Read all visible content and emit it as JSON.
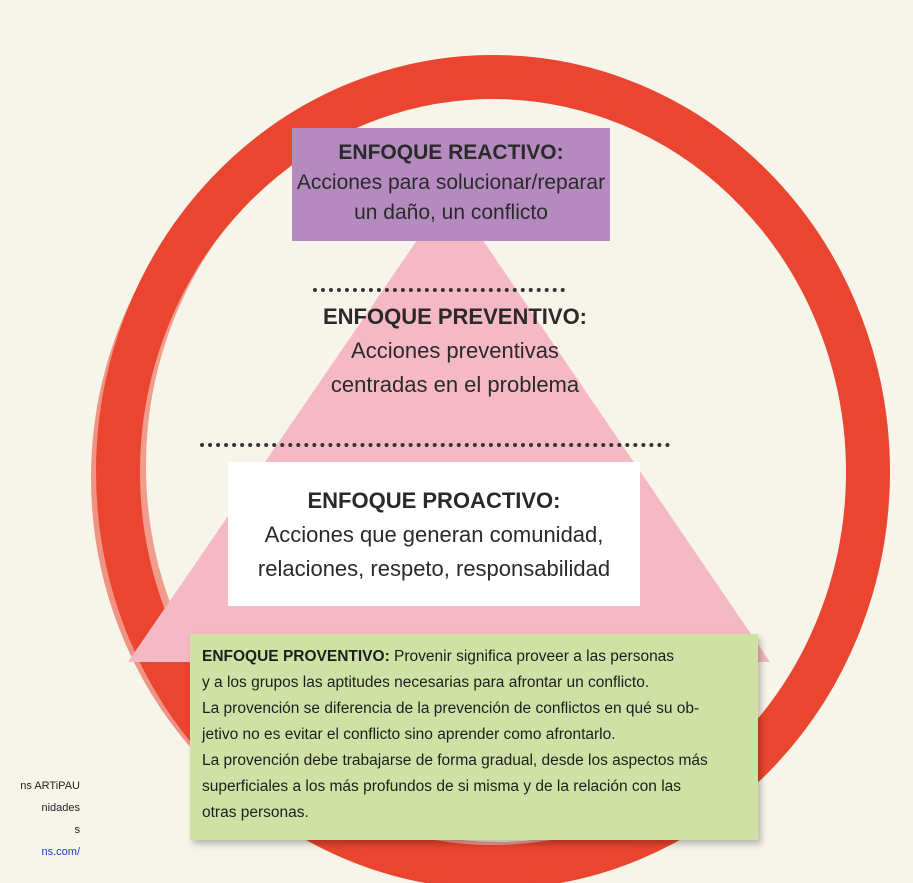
{
  "colors": {
    "background": "#f7f4ea",
    "ring": "#ea4530",
    "triangle": "#f5b9c6",
    "reactive_box": "#b58bbf",
    "proactive_box": "#ffffff",
    "proventive_box": "#cfe1a4"
  },
  "reactive": {
    "title": "ENFOQUE REACTIVO:",
    "line1": "Acciones para solucionar/reparar",
    "line2": "un daño, un conflicto"
  },
  "dots": {
    "one": "..............................",
    "two": "..........................................................."
  },
  "preventive": {
    "title": "ENFOQUE PREVENTIVO:",
    "line1": "Acciones preventivas",
    "line2": "centradas en el problema"
  },
  "proactive": {
    "title": "ENFOQUE PROACTIVO:",
    "line1": "Acciones que generan comunidad,",
    "line2": "relaciones, respeto, responsabilidad"
  },
  "proventive": {
    "title": "ENFOQUE PROVENTIVO:",
    "line1_rest": " Provenir significa proveer a las personas",
    "line2": "y a los grupos las aptitudes necesarias para afrontar un conflicto.",
    "line3": "La provención se diferencia de la prevención de conflictos en qué su ob-",
    "line4": "jetivo no es evitar el conflicto sino aprender como afrontarlo.",
    "line5": " La provención debe trabajarse de forma gradual, desde los aspectos más",
    "line6": " superficiales a los más profundos de si misma y de la relación con las",
    "line7": " otras personas."
  },
  "credits": {
    "line1": "ns ARTiPAU",
    "line2": "nidades",
    "line3": "s",
    "line4": "ns.com/"
  }
}
